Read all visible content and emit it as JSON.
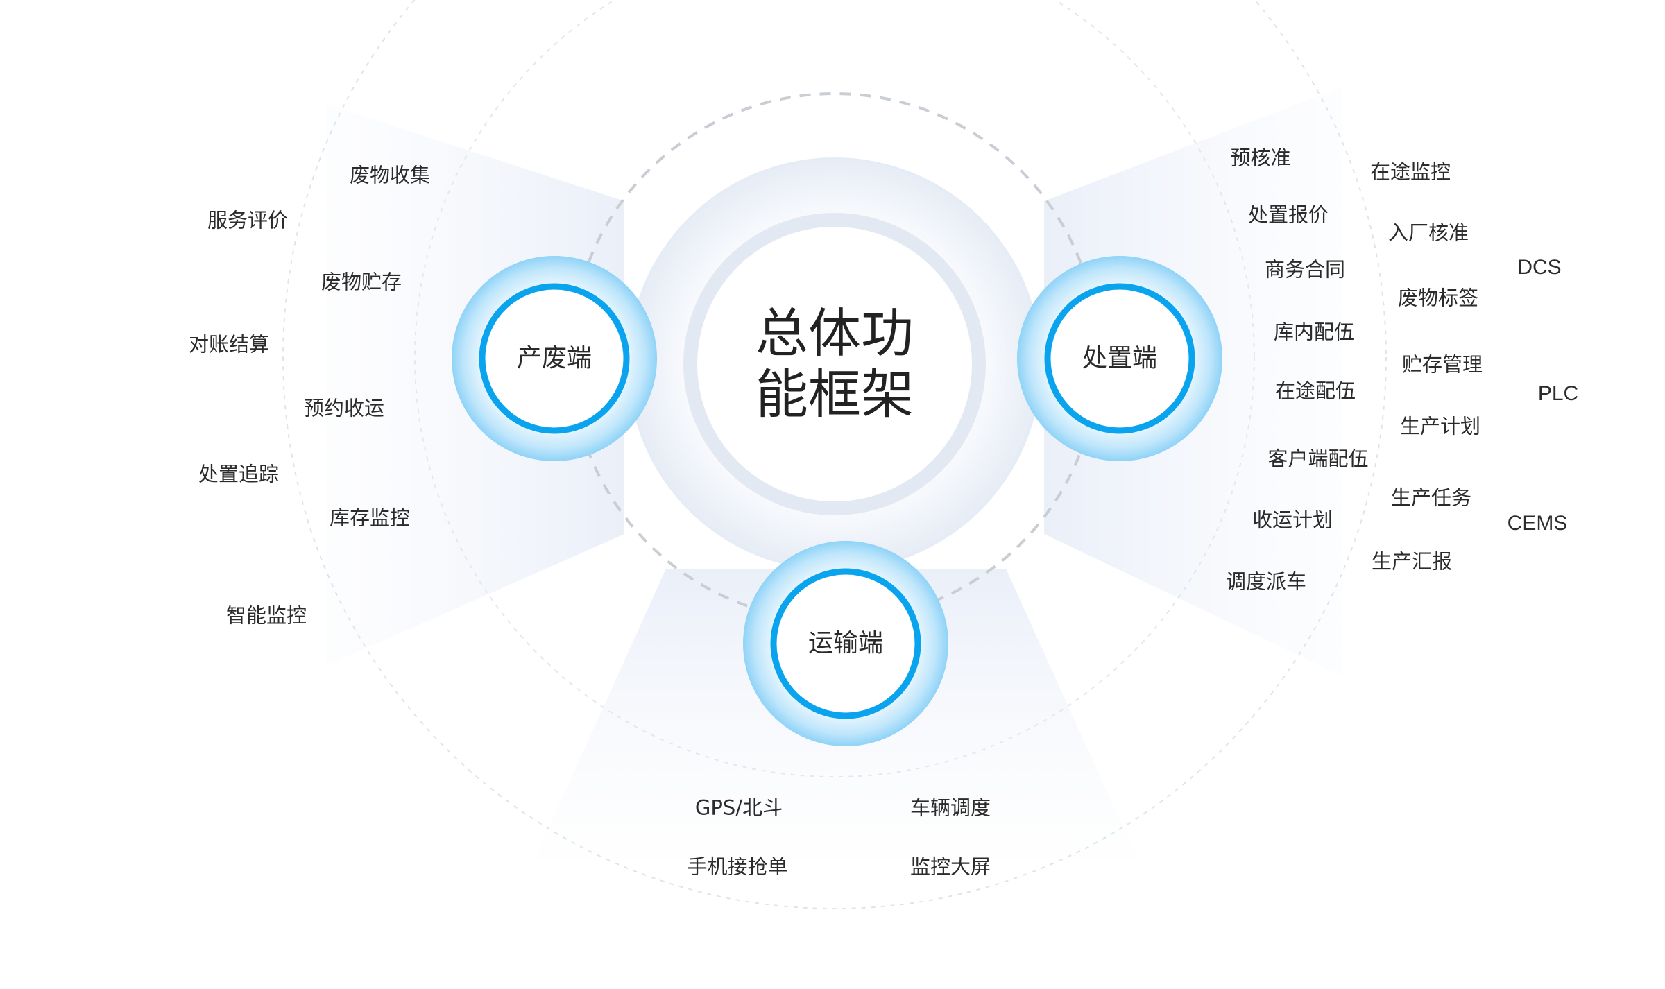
{
  "title_lines": [
    "总体功",
    "能框架"
  ],
  "hubs": {
    "waste_producer": "产废端",
    "disposal": "处置端",
    "transport": "运输端"
  },
  "producer_items": {
    "inner": [
      "废物收集",
      "废物贮存",
      "预约收运",
      "库存监控"
    ],
    "outer": [
      "服务评价",
      "对账结算",
      "处置追踪",
      "智能监控"
    ]
  },
  "disposal_items": {
    "col1": [
      "预核准",
      "处置报价",
      "商务合同",
      "库内配伍",
      "在途配伍",
      "客户端配伍",
      "收运计划",
      "调度派车"
    ],
    "col2": [
      "在途监控",
      "入厂核准",
      "废物标签",
      "贮存管理",
      "生产计划",
      "生产任务",
      "生产汇报"
    ],
    "col3": [
      "DCS",
      "PLC",
      "CEMS"
    ]
  },
  "transport_items": [
    "GPS/北斗",
    "车辆调度",
    "手机接抢单",
    "监控大屏"
  ],
  "colors": {
    "ring_blue": "#0aa4ee",
    "glow_blue": "#8fd3f7",
    "sector_fill": "#eef2f9",
    "dashed": "#c9cdd4",
    "text": "#2b2b2b"
  }
}
